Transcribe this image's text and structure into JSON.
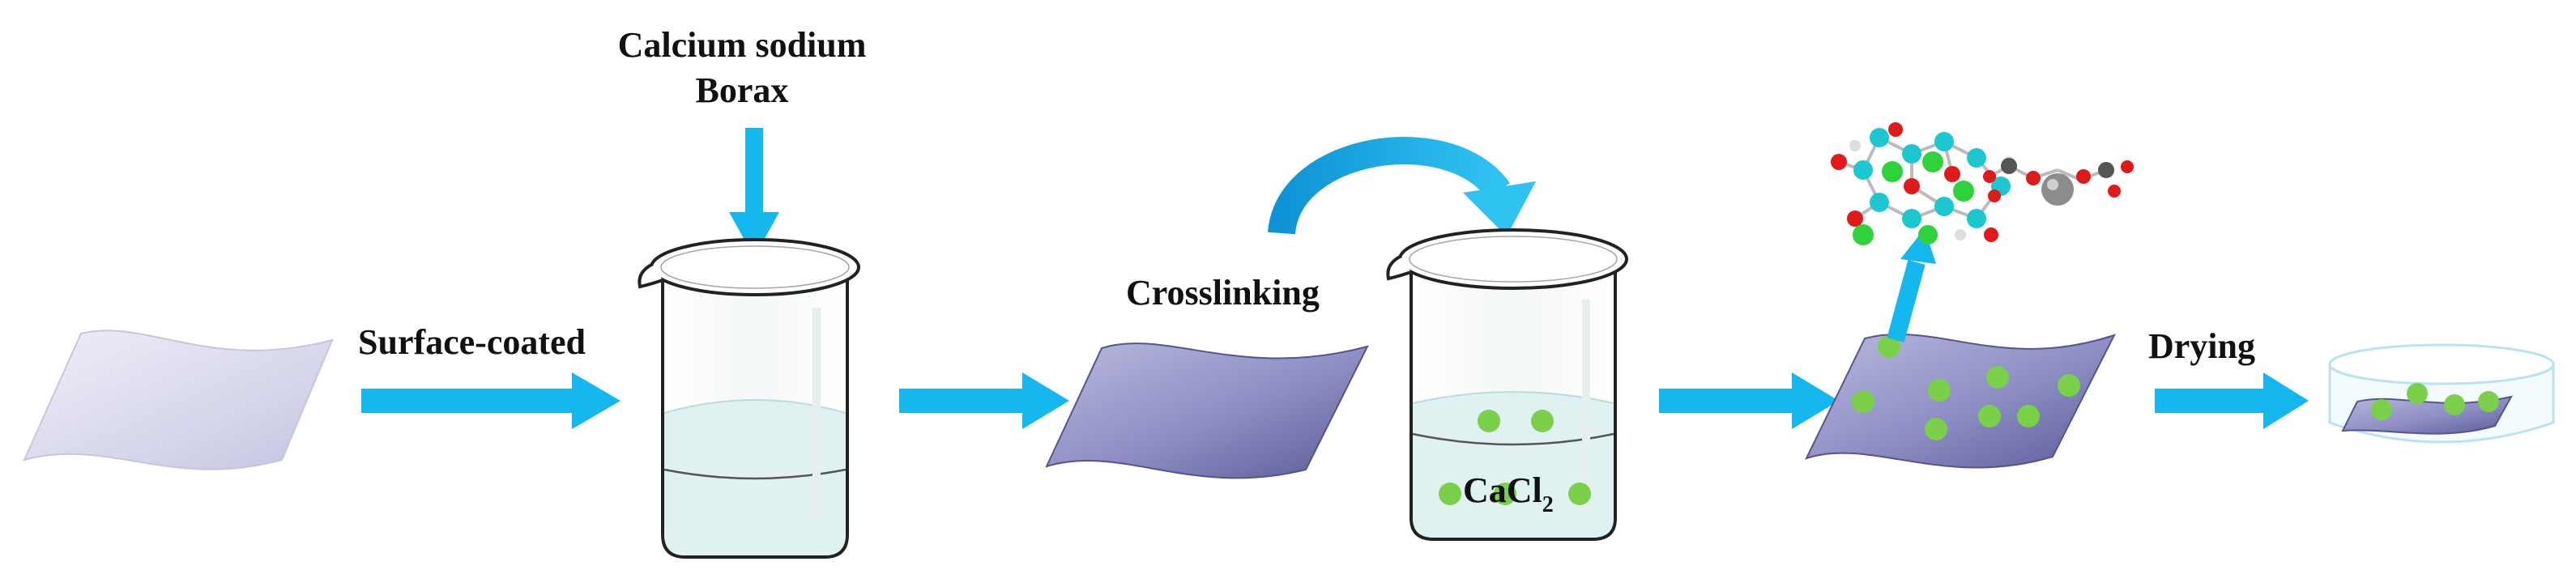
{
  "labels": {
    "reagent_line1": "Calcium sodium",
    "reagent_line2": "Borax",
    "surface_coated": "Surface-coated",
    "crosslinking": "Crosslinking",
    "cacl2_main": "CaCl",
    "cacl2_sub": "2",
    "drying": "Drying"
  },
  "colors": {
    "arrow": "#14b8ee",
    "film_pale": "#d4d4ea",
    "film_dark": "#6f6fab",
    "particle": "#7bd04a",
    "solution": "#dff1f1",
    "carbon": "#1cc7d0",
    "oxygen": "#e01a1a",
    "chlorine": "#2ed23a",
    "calcium": "#8c8c8c"
  }
}
